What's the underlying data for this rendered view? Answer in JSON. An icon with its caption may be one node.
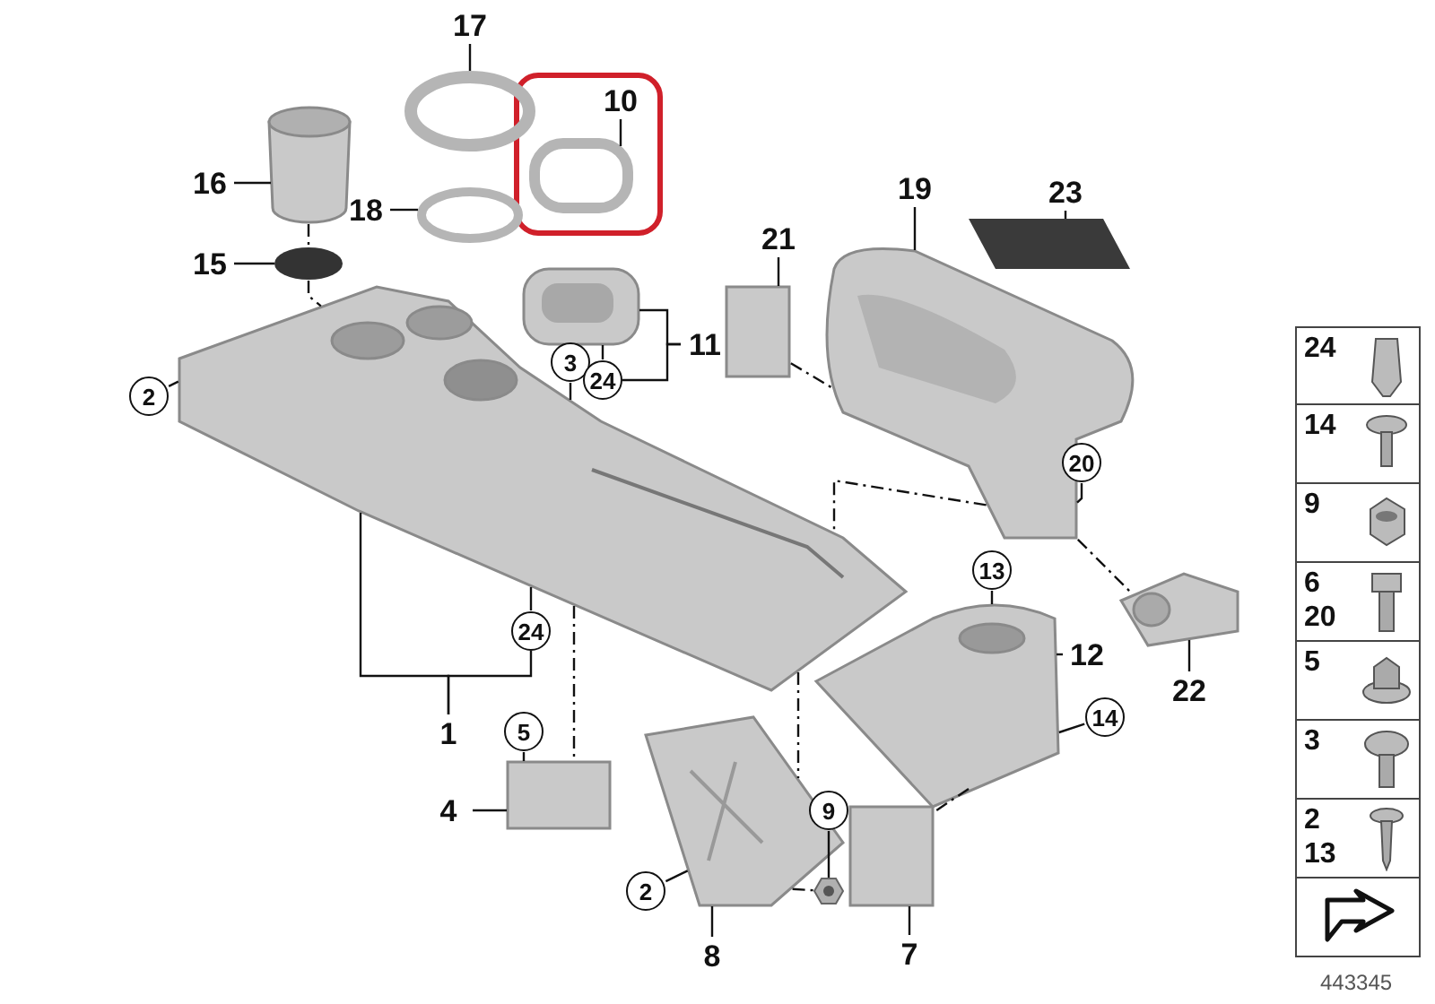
{
  "diagram": {
    "nodes": [
      {
        "text": [
          "17"
        ]
      },
      {
        "text": [
          "10"
        ]
      },
      {
        "text": [
          "16"
        ]
      },
      {
        "text": [
          "18"
        ]
      },
      {
        "text": [
          "15"
        ]
      },
      {
        "text": [
          "21"
        ]
      },
      {
        "text": [
          "19"
        ]
      },
      {
        "text": [
          "23"
        ]
      },
      {
        "text": [
          "11"
        ]
      },
      {
        "text": [
          "2"
        ]
      },
      {
        "text": [
          "3"
        ]
      },
      {
        "text": [
          "24"
        ]
      },
      {
        "text": [
          "20"
        ]
      },
      {
        "text": [
          "13"
        ]
      },
      {
        "text": [
          "12"
        ]
      },
      {
        "text": [
          "24"
        ]
      },
      {
        "text": [
          "14"
        ]
      },
      {
        "text": [
          "22"
        ]
      },
      {
        "text": [
          "1"
        ]
      },
      {
        "text": [
          "5"
        ]
      },
      {
        "text": [
          "9"
        ]
      },
      {
        "text": [
          "4"
        ]
      },
      {
        "text": [
          "2"
        ]
      },
      {
        "text": [
          "8"
        ]
      },
      {
        "text": [
          "7"
        ]
      },
      {
        "text": [],
        "shape": "circle"
      },
      {
        "text": [],
        "shape": "box"
      },
      {
        "text": [],
        "shape": "cylinder"
      },
      {
        "text": [],
        "shape": "circle"
      },
      {
        "text": [],
        "shape": "circle"
      },
      {
        "text": [],
        "shape": "box"
      },
      {
        "text": [],
        "shape": "picture"
      },
      {
        "text": [],
        "shape": "picture"
      },
      {
        "text": [],
        "shape": "picture"
      },
      {
        "text": [],
        "shape": "picture"
      },
      {
        "text": [],
        "shape": "picture"
      },
      {
        "text": [],
        "shape": "picture"
      },
      {
        "text": [],
        "shape": "box"
      },
      {
        "text": [],
        "shape": "picture"
      },
      {
        "text": [],
        "shape": "box"
      },
      {
        "text": [],
        "shape": "picture"
      }
    ],
    "edges": [
      {
        "from": 0,
        "to": 25,
        "arrow": "none"
      },
      {
        "from": 1,
        "to": 26,
        "arrow": "none"
      },
      {
        "from": 2,
        "to": 27,
        "arrow": "none"
      },
      {
        "from": 3,
        "to": 28,
        "arrow": "none"
      },
      {
        "from": 4,
        "to": 29,
        "arrow": "none"
      },
      {
        "from": 5,
        "to": 30,
        "arrow": "none"
      },
      {
        "from": 6,
        "to": 31,
        "arrow": "none"
      },
      {
        "from": 7,
        "to": 32,
        "arrow": "none"
      },
      {
        "from": 8,
        "to": 33,
        "arrow": "none"
      },
      {
        "from": 8,
        "to": 11,
        "arrow": "none"
      },
      {
        "from": 9,
        "to": 34,
        "arrow": "none"
      },
      {
        "from": 10,
        "to": 34,
        "arrow": "none"
      },
      {
        "from": 11,
        "to": 33,
        "arrow": "none"
      },
      {
        "from": 12,
        "to": 31,
        "arrow": "none"
      },
      {
        "from": 13,
        "to": 35,
        "arrow": "none"
      },
      {
        "from": 14,
        "to": 35,
        "arrow": "none"
      },
      {
        "from": 15,
        "to": 34,
        "arrow": "none"
      },
      {
        "from": 16,
        "to": 35,
        "arrow": "none"
      },
      {
        "from": 17,
        "to": 36,
        "arrow": "none"
      },
      {
        "from": 18,
        "to": 34,
        "arrow": "none"
      },
      {
        "from": 18,
        "to": 15,
        "arrow": "none"
      },
      {
        "from": 19,
        "to": 37,
        "arrow": "none"
      },
      {
        "from": 20,
        "to": 40,
        "arrow": "none"
      },
      {
        "from": 21,
        "to": 37,
        "arrow": "none"
      },
      {
        "from": 22,
        "to": 38,
        "arrow": "none"
      },
      {
        "from": 23,
        "to": 38,
        "arrow": "none"
      },
      {
        "from": 24,
        "to": 39,
        "arrow": "none"
      },
      {
        "from": 27,
        "to": 29,
        "arrow": "none",
        "style": "dashed"
      },
      {
        "from": 29,
        "to": 34,
        "arrow": "none",
        "style": "dashed"
      },
      {
        "from": 30,
        "to": 31,
        "arrow": "none",
        "style": "dashed"
      },
      {
        "from": 31,
        "to": 34,
        "arrow": "none",
        "style": "dashed"
      },
      {
        "from": 31,
        "to": 36,
        "arrow": "none",
        "style": "dashed"
      },
      {
        "from": 34,
        "to": 37,
        "arrow": "none",
        "style": "dashed"
      },
      {
        "from": 34,
        "to": 38,
        "arrow": "none",
        "style": "dashed"
      },
      {
        "from": 35,
        "to": 39,
        "arrow": "none",
        "style": "dashed"
      },
      {
        "from": 38,
        "to": 40,
        "arrow": "none",
        "style": "dashed"
      }
    ],
    "labels": [
      "24",
      "14",
      "9",
      "6",
      "20",
      "5",
      "3",
      "2",
      "13",
      "443345"
    ]
  }
}
